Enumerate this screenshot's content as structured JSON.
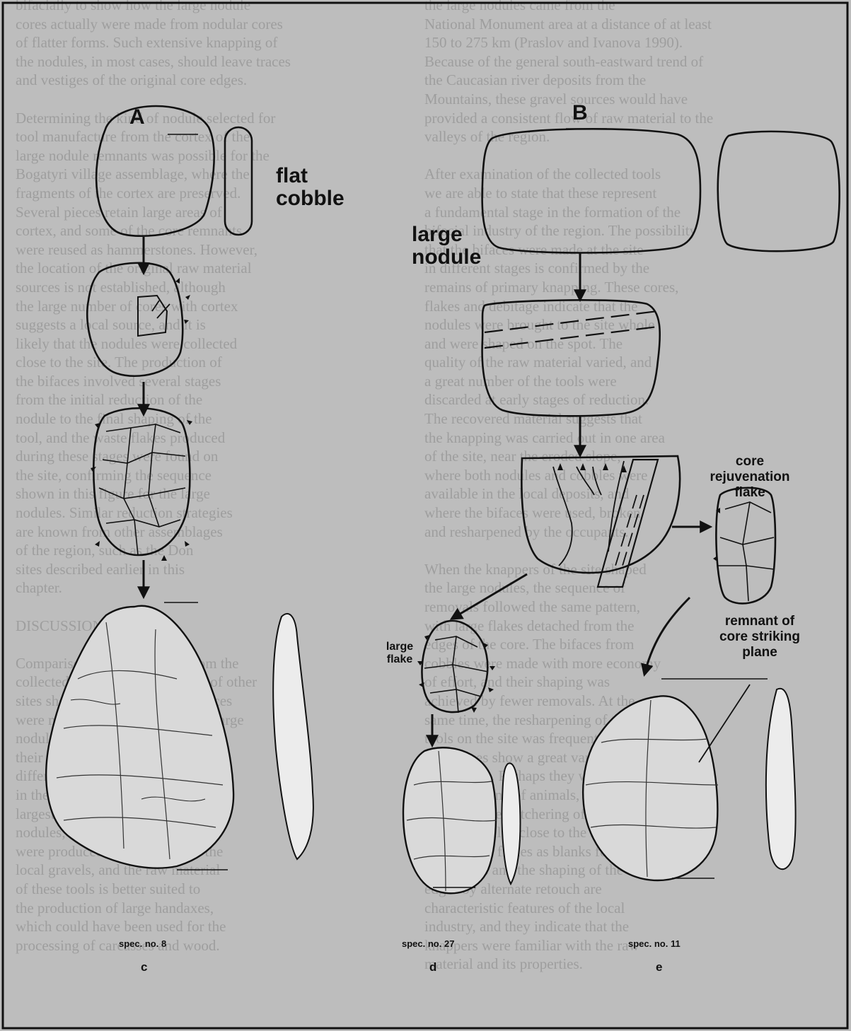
{
  "panels": {
    "A": {
      "letter": "A",
      "start_label": "flat cobble",
      "spec_label": "spec. no. 8",
      "sub_letter": "c"
    },
    "B": {
      "letter": "B",
      "start_label": "large nodule",
      "rejuvenation_label": "core rejuvenation flake",
      "flake_label": "large flake",
      "remnant_label": "remnant of core striking plane",
      "specimens": [
        {
          "spec_label": "spec. no. 27",
          "sub_letter": "d"
        },
        {
          "spec_label": "spec. no. 11",
          "sub_letter": "e"
        }
      ]
    }
  },
  "background_text": {
    "left_column": [
      "bifacially to show how the large nodule",
      "cores actually were made from nodular cores",
      "of flatter forms. Such extensive knapping of",
      "the nodules, in most cases, should leave traces",
      "and vestiges of the original core edges.",
      "",
      "Determining the kind of nodule selected for",
      "tool manufacture from the cortex of the",
      "large nodule remnants was possible for the",
      "Bogatyri village assemblage, where the",
      "fragments of the cortex are preserved.",
      "Several pieces retain large areas of",
      "cortex, and some of the core remnants",
      "were reused as hammerstones. However,",
      "the location of the original raw material",
      "sources is not established, although",
      "the large number of cores with cortex",
      "suggests a local source, and it is",
      "likely that the nodules were collected",
      "close to the site. The production of",
      "the bifaces involved several stages",
      "from the initial reduction of the",
      "nodule to the final shaping of the",
      "tool, and the waste flakes produced",
      "during these stages were found on",
      "the site, confirming the sequence",
      "shown in this figure for the large",
      "nodules. Similar reduction strategies",
      "are known from other assemblages",
      "of the region, such as the Don",
      "sites described earlier in this",
      "chapter.",
      "",
      "DISCUSSION",
      "",
      "Comparison of the materials from the",
      "collected assemblage with those of other",
      "sites shows that the Bogatyri bifaces",
      "were made from flat cobbles and large",
      "nodules. The bifaces are similar in",
      "their general outline and size, but",
      "differ in the degree of retouch and",
      "in the shaping of the edges. The",
      "largest of the bifaces are made of",
      "nodules, while the smaller ones",
      "were produced from cobbles of the",
      "local gravels, and the raw material",
      "of these tools is better suited to",
      "the production of large handaxes,",
      "which could have been used for the",
      "processing of carcasses and wood."
    ],
    "right_column": [
      "the large nodules came from the",
      "National Monument area at a distance of at least",
      "150 to 275 km (Praslov and Ivanova 1990).",
      "Because of the general south-eastward trend of",
      "the Caucasian river deposits from the",
      "Mountains, these gravel sources would have",
      "provided a consistent flow of raw material to the",
      "valleys of the region.",
      "",
      "After examination of the collected tools",
      "we are able to state that these represent",
      "a fundamental stage in the formation of the",
      "bifacial industry of the region. The possibility",
      "that the bifaces were made at the site",
      "in different stages is confirmed by the",
      "remains of primary knapping. These cores,",
      "flakes and debitage indicate that the",
      "nodules were brought to the site whole",
      "and were shaped on the spot. The",
      "quality of the raw material varied, and",
      "a great number of the tools were",
      "discarded at early stages of reduction.",
      "The recovered material suggests that",
      "the knapping was carried out in one area",
      "of the site, near the eroded slope,",
      "where both nodules and cobbles were",
      "available in the local deposits, and",
      "where the bifaces were used, broken",
      "and resharpened by the occupants.",
      "",
      "When the knappers of the site shaped",
      "the large nodules, the sequence of",
      "removals followed the same pattern,",
      "with large flakes detached from the",
      "edges of the core. The bifaces from",
      "cobbles were made with more economy",
      "of effort, and their shaping was",
      "achieved by fewer removals. At the",
      "same time, the resharpening of the",
      "tools on the site was frequent, and",
      "the bifaces show a great variety of",
      "edge forms. Perhaps they were used for",
      "the processing of animals, and could be",
      "related to the butchering of game that",
      "had been killed close to the site. The",
      "use of large flakes as blanks for",
      "the bifaces and the shaping of the",
      "edges by alternate retouch are",
      "characteristic features of the local",
      "industry, and they indicate that the",
      "knappers were familiar with the raw",
      "material and its properties."
    ]
  }
}
